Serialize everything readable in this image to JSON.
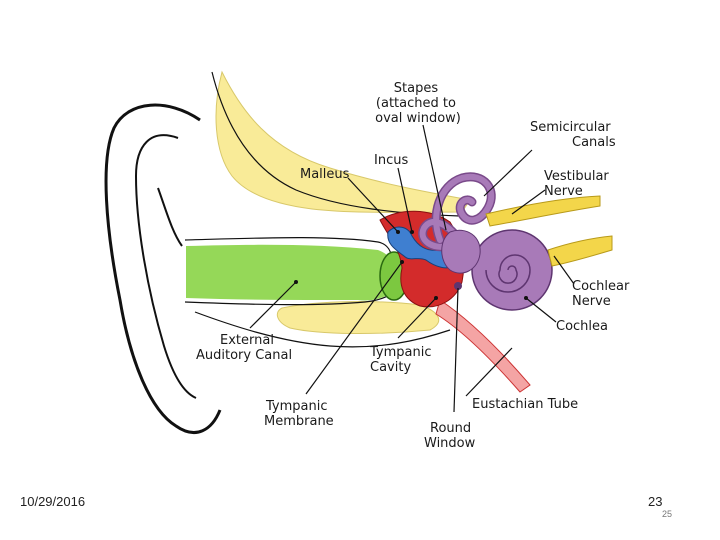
{
  "diagram": {
    "labels": {
      "stapes": [
        "Stapes",
        "(attached to",
        "oval window)"
      ],
      "semicircular": [
        "Semicircular",
        "Canals"
      ],
      "incus": "Incus",
      "malleus": "Malleus",
      "vestibular": [
        "Vestibular",
        "Nerve"
      ],
      "cochlear_nerve": [
        "Cochlear",
        "Nerve"
      ],
      "cochlea": "Cochlea",
      "external_canal": [
        "External",
        "Auditory Canal"
      ],
      "tympanic_cavity": [
        "Tympanic",
        "Cavity"
      ],
      "eustachian": "Eustachian Tube",
      "tympanic_membrane": [
        "Tympanic",
        "Membrane"
      ],
      "round_window": [
        "Round",
        "Window"
      ]
    },
    "colors": {
      "bone": "#f9eb98",
      "canal": "#8fd64f",
      "cavity": "#d32b2b",
      "ossicles": "#3f7fd0",
      "inner_ear": "#a87ab8",
      "nerve": "#f3d64a"
    }
  },
  "footer": {
    "date": "10/29/2016",
    "slide_number": "23",
    "page_number": "25"
  }
}
